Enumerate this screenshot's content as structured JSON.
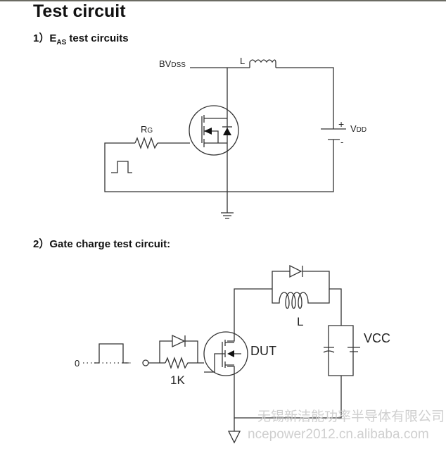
{
  "heading": "Test circuit",
  "section1": {
    "number": "1）",
    "label_main": "E",
    "label_sub": "AS",
    "label_rest": " test circuits",
    "labels": {
      "bvdss_main": "BV",
      "bvdss_sub": "DSS",
      "inductor": "L",
      "rg_main": "R",
      "rg_sub": "G",
      "vdd_main": "V",
      "vdd_sub": "DD",
      "plus": "+",
      "minus": "-"
    }
  },
  "section2": {
    "label": "2）Gate charge test circuit:",
    "labels": {
      "zero": "0",
      "resistor": "1K",
      "dut": "DUT",
      "inductor": "L",
      "vcc": "VCC"
    }
  },
  "watermark": {
    "company": "无锡新洁能功率半导体有限公司",
    "url": "ncepower2012.cn.alibaba.com"
  }
}
